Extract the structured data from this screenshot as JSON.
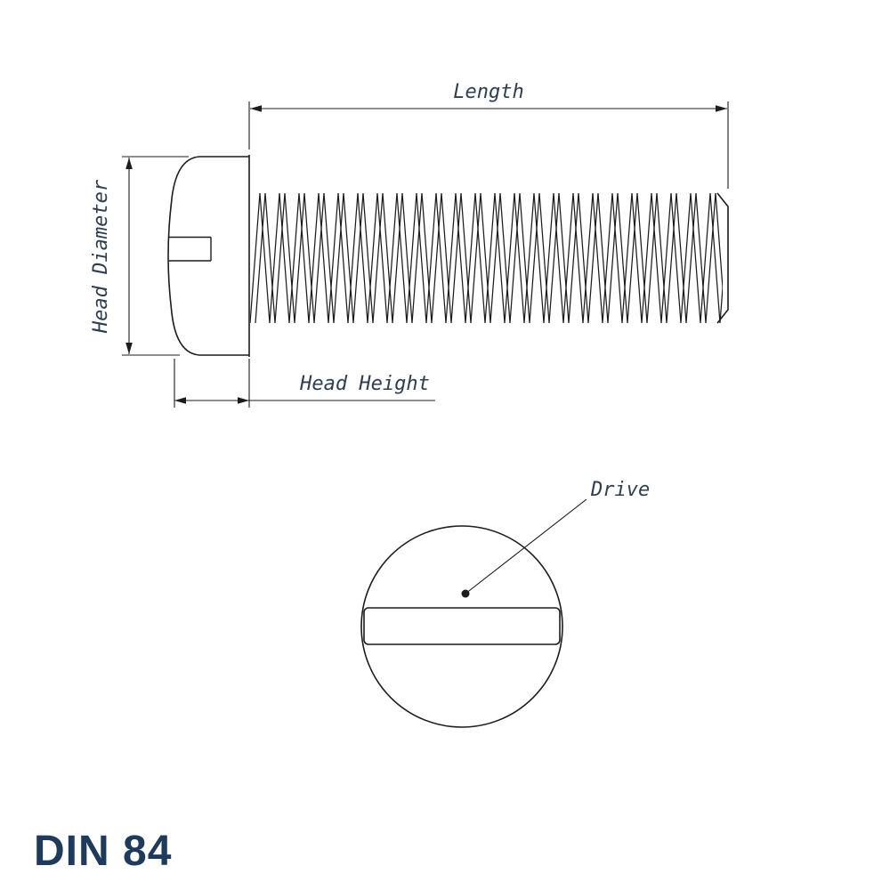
{
  "title": "DIN 84",
  "labels": {
    "length": "Length",
    "head_diameter": "Head Diameter",
    "head_height": "Head Height",
    "drive": "Drive"
  },
  "colors": {
    "line": "#1c1c1c",
    "label": "#2d3e50",
    "title": "#1e3a5c"
  }
}
